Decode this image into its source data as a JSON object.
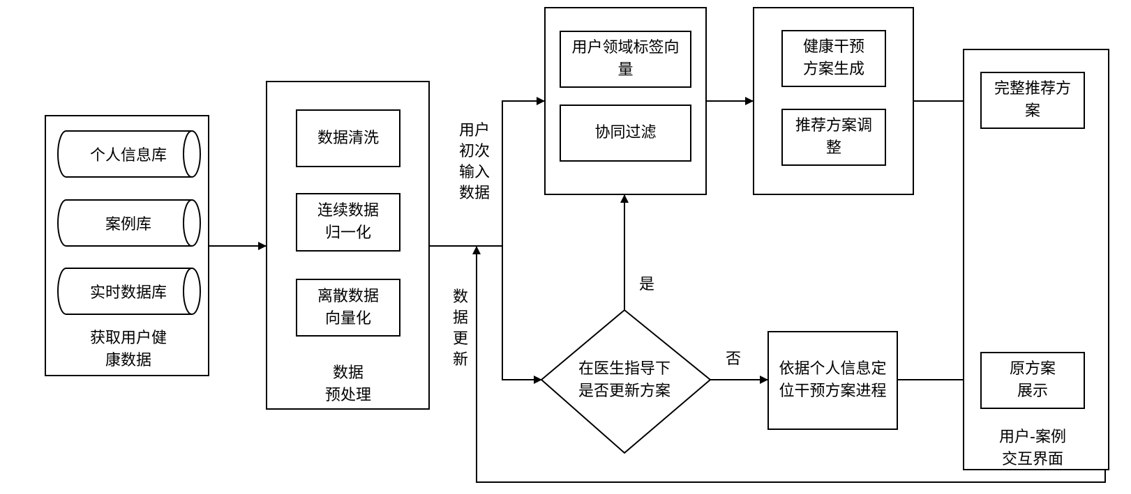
{
  "acquire": {
    "title": "获取用户健\n康数据",
    "dbs": [
      "个人信息库",
      "案例库",
      "实时数据库"
    ]
  },
  "preprocess": {
    "title": "数据\n预处理",
    "steps": [
      "数据清洗",
      "连续数据\n归一化",
      "离散数据\n向量化"
    ]
  },
  "filter": {
    "items": [
      "用户领域标签向\n量",
      "协同过滤"
    ]
  },
  "plan": {
    "items": [
      "健康干预\n方案生成",
      "推荐方案调\n整"
    ]
  },
  "ui": {
    "title": "用户-案例\n交互界面",
    "full_plan": "完整推荐方\n案",
    "orig_plan": "原方案\n展示"
  },
  "decision": {
    "question": "在医生指导下\n是否更新方案",
    "yes": "是",
    "no": "否"
  },
  "locate": {
    "text": "依据个人信息定\n位干预方案进程"
  },
  "edge_labels": {
    "first_input": "用户\n初次\n输入\n数据",
    "data_update": "数\n据\n更\n新"
  }
}
